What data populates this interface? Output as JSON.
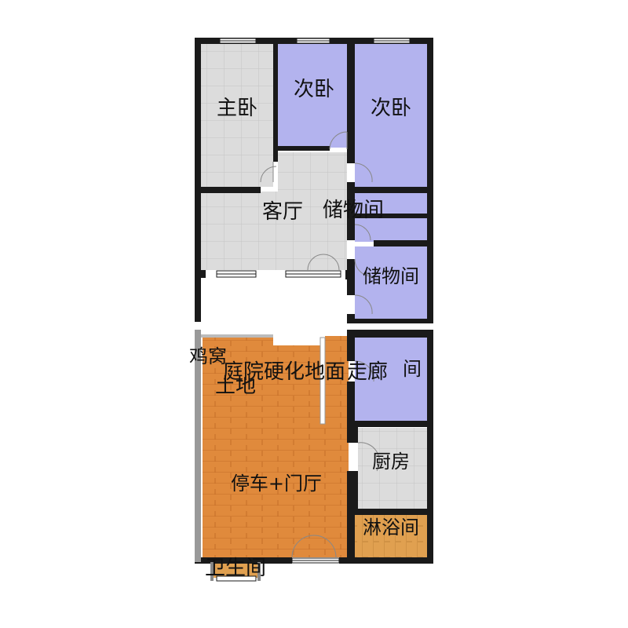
{
  "rooms": {
    "master_bedroom": "主卧",
    "second_bedroom_a": "次卧",
    "second_bedroom_b": "次卧",
    "living_room": "客厅",
    "storage_a": "储物间",
    "storage_b": "储物间",
    "coop": "鸡窝",
    "courtyard": "庭院硬化地面",
    "soil": "土地",
    "corridor": "走廊",
    "room_right": "间",
    "kitchen": "厨房",
    "parking_hall": "停车+门厅",
    "shower": "淋浴间",
    "toilet": "卫生间"
  },
  "colors": {
    "wall": "#1a1a1a",
    "tile_floor": "#dcdcdc",
    "bedroom_fill": "#b3b3ee",
    "wood_floor": "#e08a3c",
    "shower_floor": "#e0a050",
    "window": "#ffffff",
    "gray_wall": "#999999"
  }
}
